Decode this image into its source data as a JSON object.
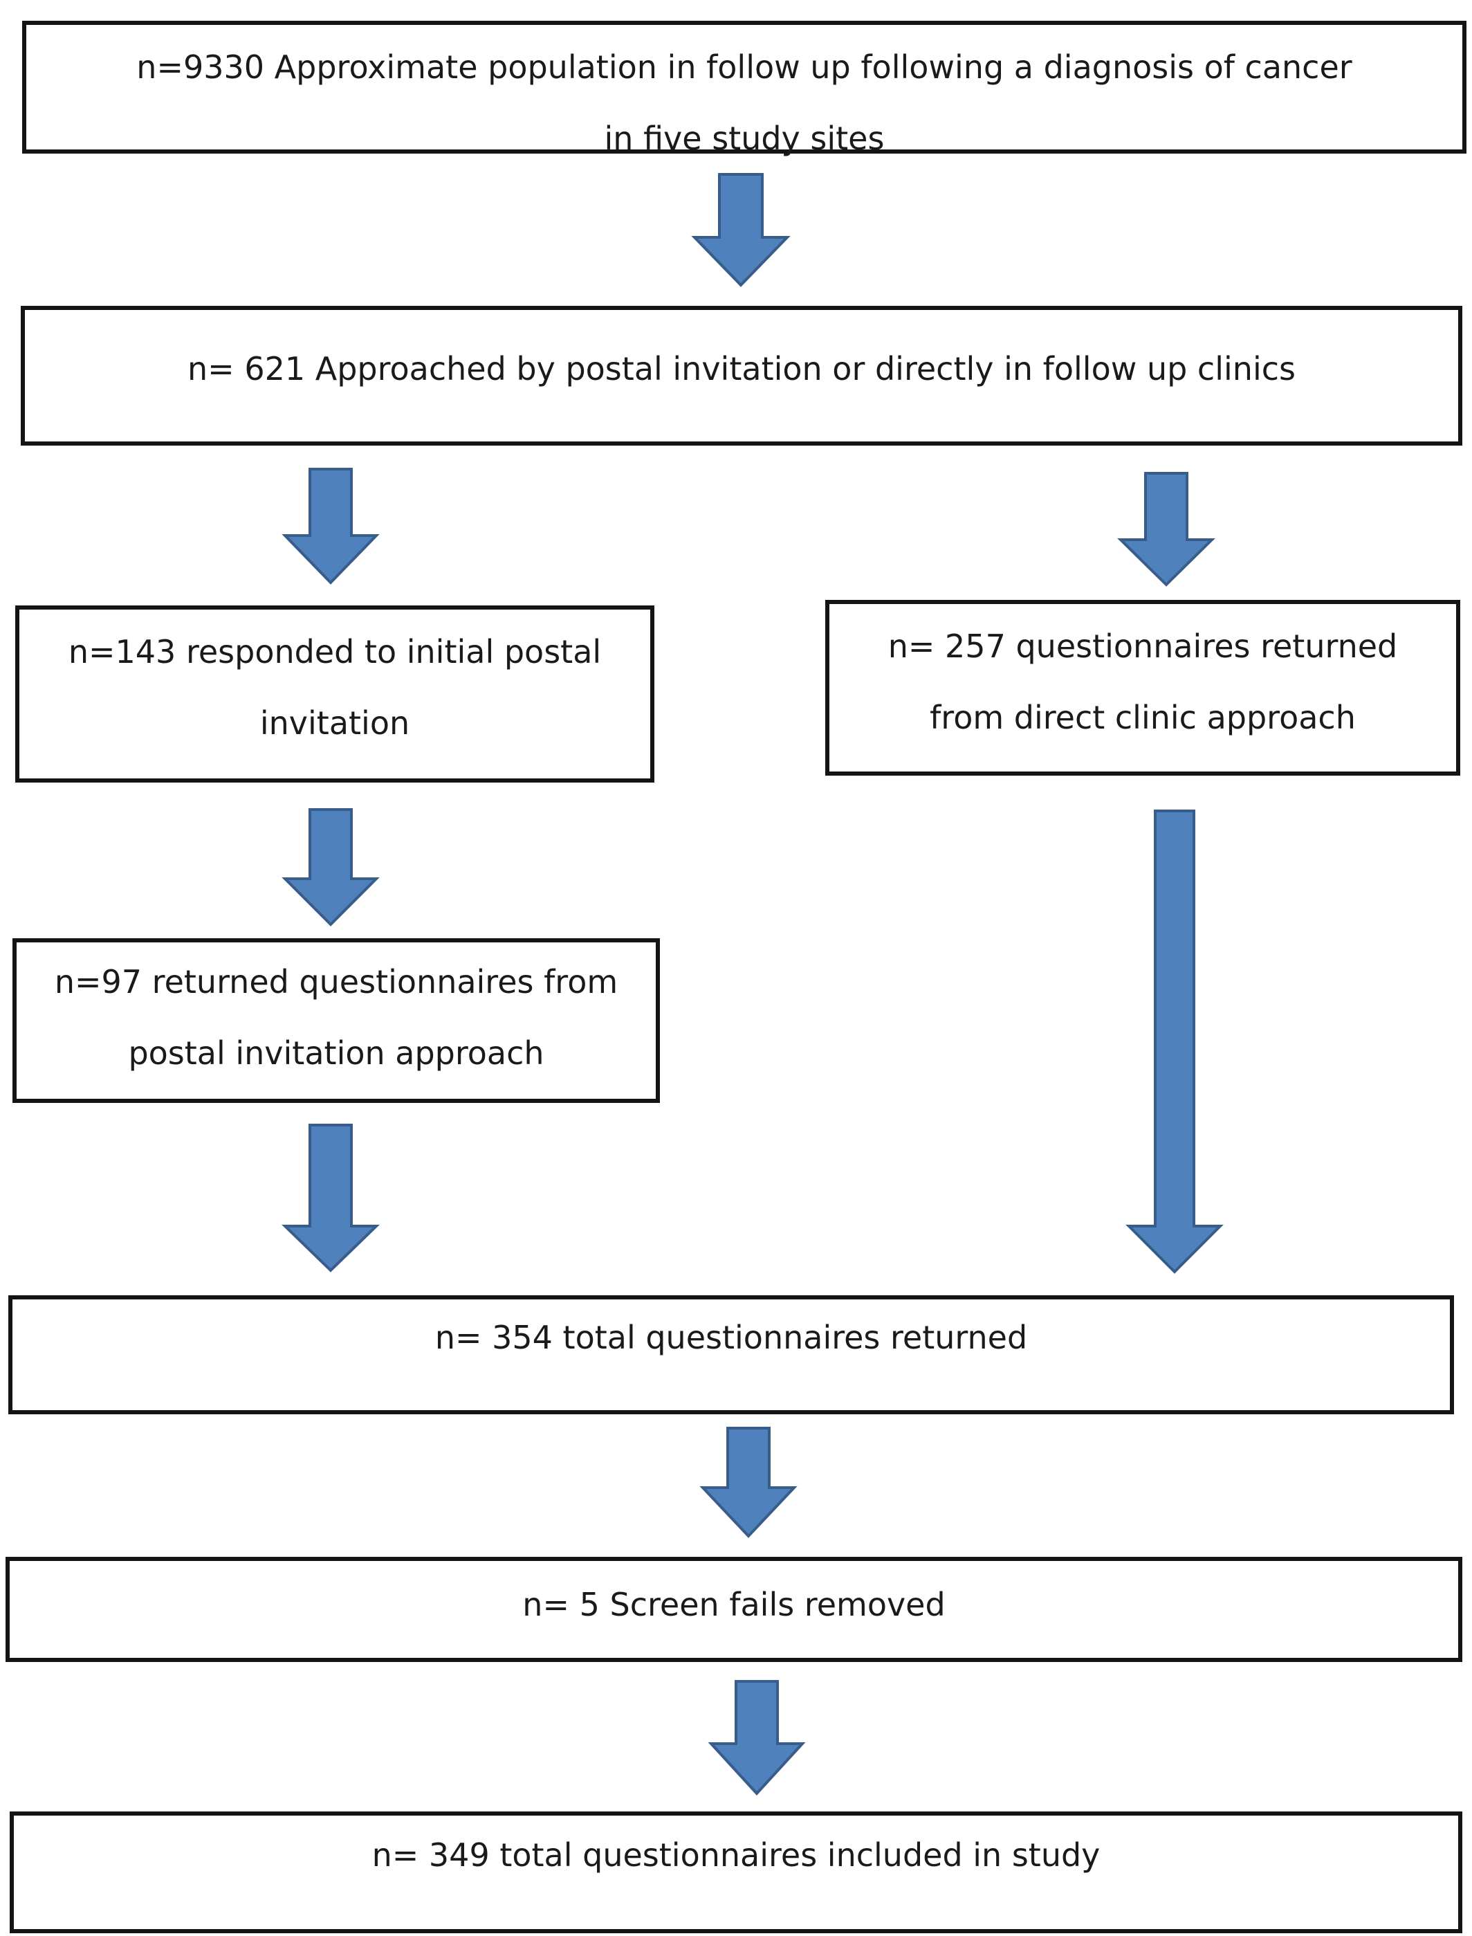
{
  "diagram": {
    "boxes": [
      {
        "id": "population",
        "lines": [
          "n=9330 Approximate population in follow up following a diagnosis of cancer",
          "in five study sites"
        ]
      },
      {
        "id": "approached",
        "lines": [
          "n= 621 Approached by postal invitation or directly in follow up clinics"
        ]
      },
      {
        "id": "responded_postal",
        "lines": [
          "n=143 responded to initial postal",
          "invitation"
        ]
      },
      {
        "id": "returned_clinic",
        "lines": [
          "n= 257 questionnaires returned",
          "from direct clinic approach"
        ]
      },
      {
        "id": "returned_postal",
        "lines": [
          "n=97 returned questionnaires from",
          "postal invitation approach"
        ]
      },
      {
        "id": "total_returned",
        "lines": [
          "n= 354 total questionnaires returned"
        ]
      },
      {
        "id": "screen_fails",
        "lines": [
          "n= 5 Screen fails removed"
        ]
      },
      {
        "id": "total_included",
        "lines": [
          "n= 349 total questionnaires included in study"
        ]
      }
    ],
    "arrows": [
      {
        "from": "population",
        "to": "approached"
      },
      {
        "from": "approached",
        "to": "responded_postal"
      },
      {
        "from": "approached",
        "to": "returned_clinic"
      },
      {
        "from": "responded_postal",
        "to": "returned_postal"
      },
      {
        "from": "returned_postal",
        "to": "total_returned"
      },
      {
        "from": "returned_clinic",
        "to": "total_returned"
      },
      {
        "from": "total_returned",
        "to": "screen_fails"
      },
      {
        "from": "screen_fails",
        "to": "total_included"
      }
    ],
    "colors": {
      "arrow_fill": "#4f81bd",
      "arrow_stroke": "#385d8a",
      "box_border": "#141414",
      "text": "#1a1a1a"
    }
  }
}
